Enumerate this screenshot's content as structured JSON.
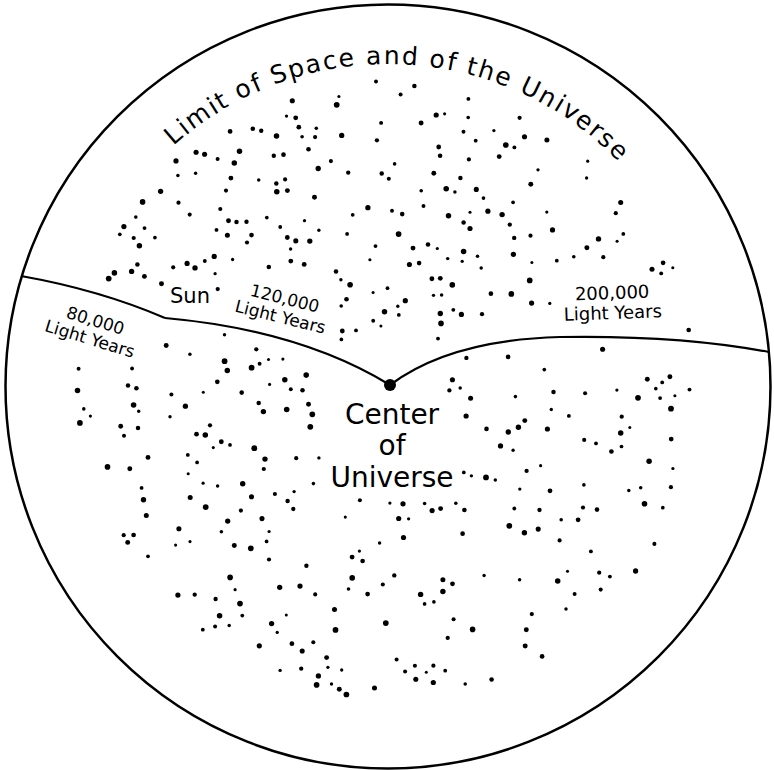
{
  "diagram": {
    "nodes": [
      {
        "text": [
          "Limit of Space and of the Universe"
        ]
      }
    ],
    "labels": [
      "80,000 Light Years",
      "Sun",
      "120,000 Light Years",
      "200,000 Light Years",
      "Center of Universe"
    ]
  }
}
